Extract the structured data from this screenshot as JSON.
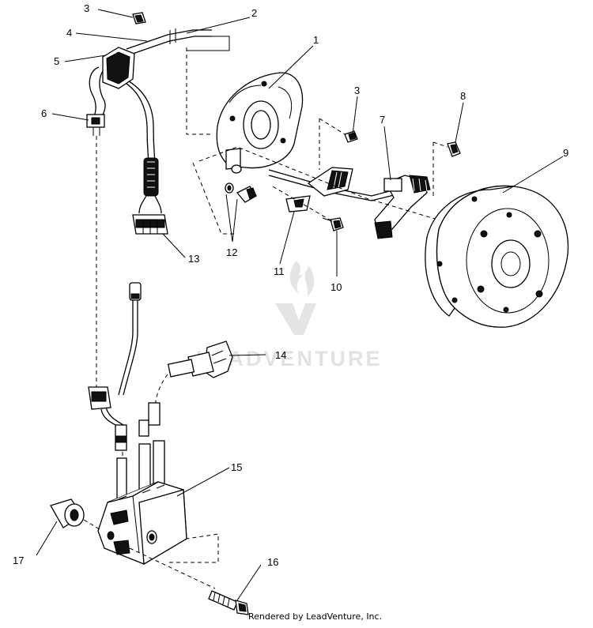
{
  "watermark": {
    "text": "LEADVENTURE",
    "logo_icon": "leadventure-flame-logo"
  },
  "footer": {
    "text": "Rendered by LeadVenture, Inc."
  },
  "callouts": [
    {
      "id": "c1",
      "label": "1"
    },
    {
      "id": "c2",
      "label": "2"
    },
    {
      "id": "c3a",
      "label": "3"
    },
    {
      "id": "c3b",
      "label": "3"
    },
    {
      "id": "c4",
      "label": "4"
    },
    {
      "id": "c5",
      "label": "5"
    },
    {
      "id": "c6",
      "label": "6"
    },
    {
      "id": "c7",
      "label": "7"
    },
    {
      "id": "c8",
      "label": "8"
    },
    {
      "id": "c9",
      "label": "9"
    },
    {
      "id": "c10",
      "label": "10"
    },
    {
      "id": "c11",
      "label": "11"
    },
    {
      "id": "c12",
      "label": "12"
    },
    {
      "id": "c13",
      "label": "13"
    },
    {
      "id": "c14",
      "label": "14"
    },
    {
      "id": "c15",
      "label": "15"
    },
    {
      "id": "c16",
      "label": "16"
    },
    {
      "id": "c17",
      "label": "17"
    }
  ]
}
